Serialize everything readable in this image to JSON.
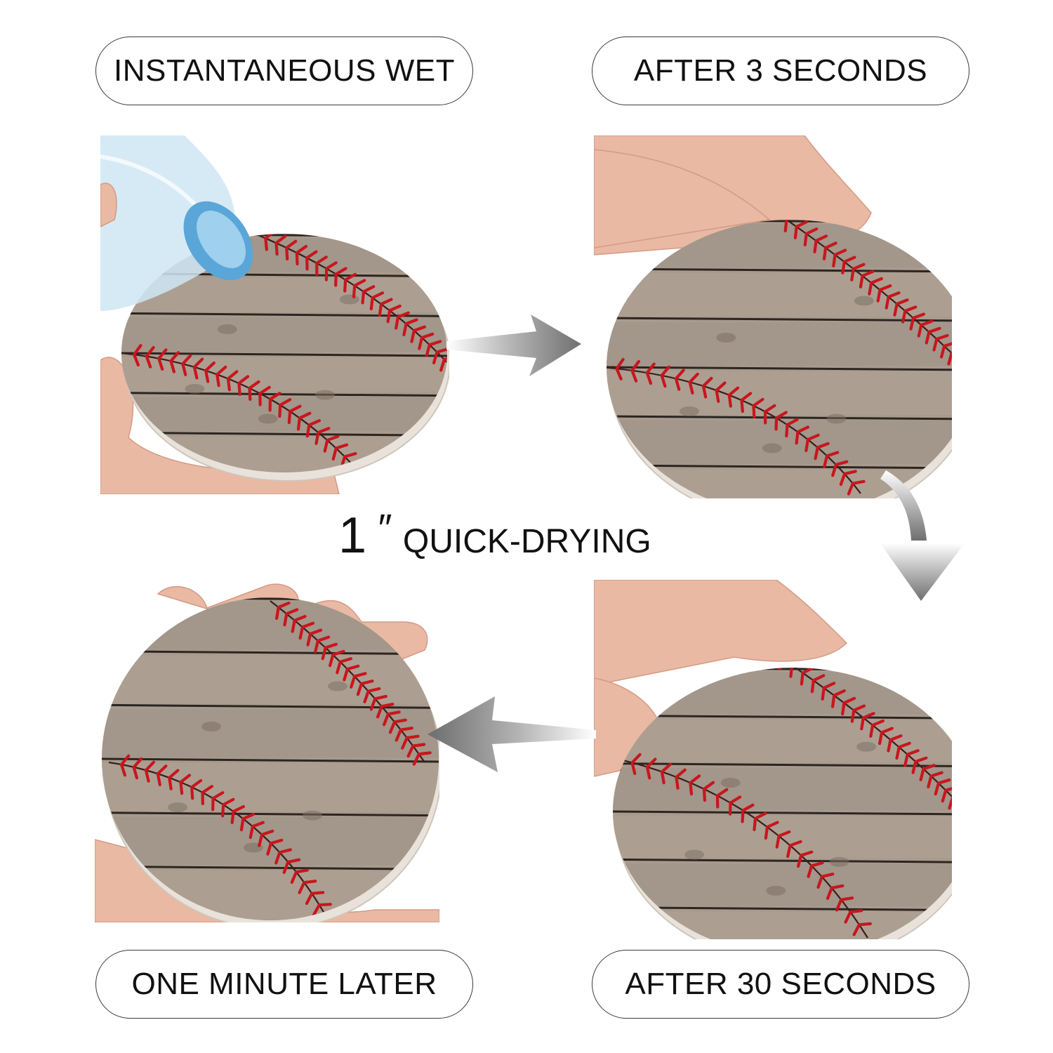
{
  "labels": {
    "step_1": "INSTANTANEOUS WET",
    "step_2": "AFTER 3 SECONDS",
    "step_3": "AFTER 30 SECONDS",
    "step_4": "ONE MINUTE LATER"
  },
  "center_caption": {
    "number": "1",
    "mark": "″",
    "text": "QUICK-DRYING"
  },
  "colors": {
    "wood": "#a89b8d",
    "wood_dark": "#7d7064",
    "plank_line": "#2c2521",
    "stitch": "#c8161d",
    "skin": "#e9b9a3",
    "arrow": "#8a8a8a",
    "bottle": "#5aa6d8"
  },
  "icons": {
    "arrow_right": "arrow-right-icon",
    "arrow_down": "arrow-down-icon",
    "arrow_left": "arrow-left-icon"
  }
}
